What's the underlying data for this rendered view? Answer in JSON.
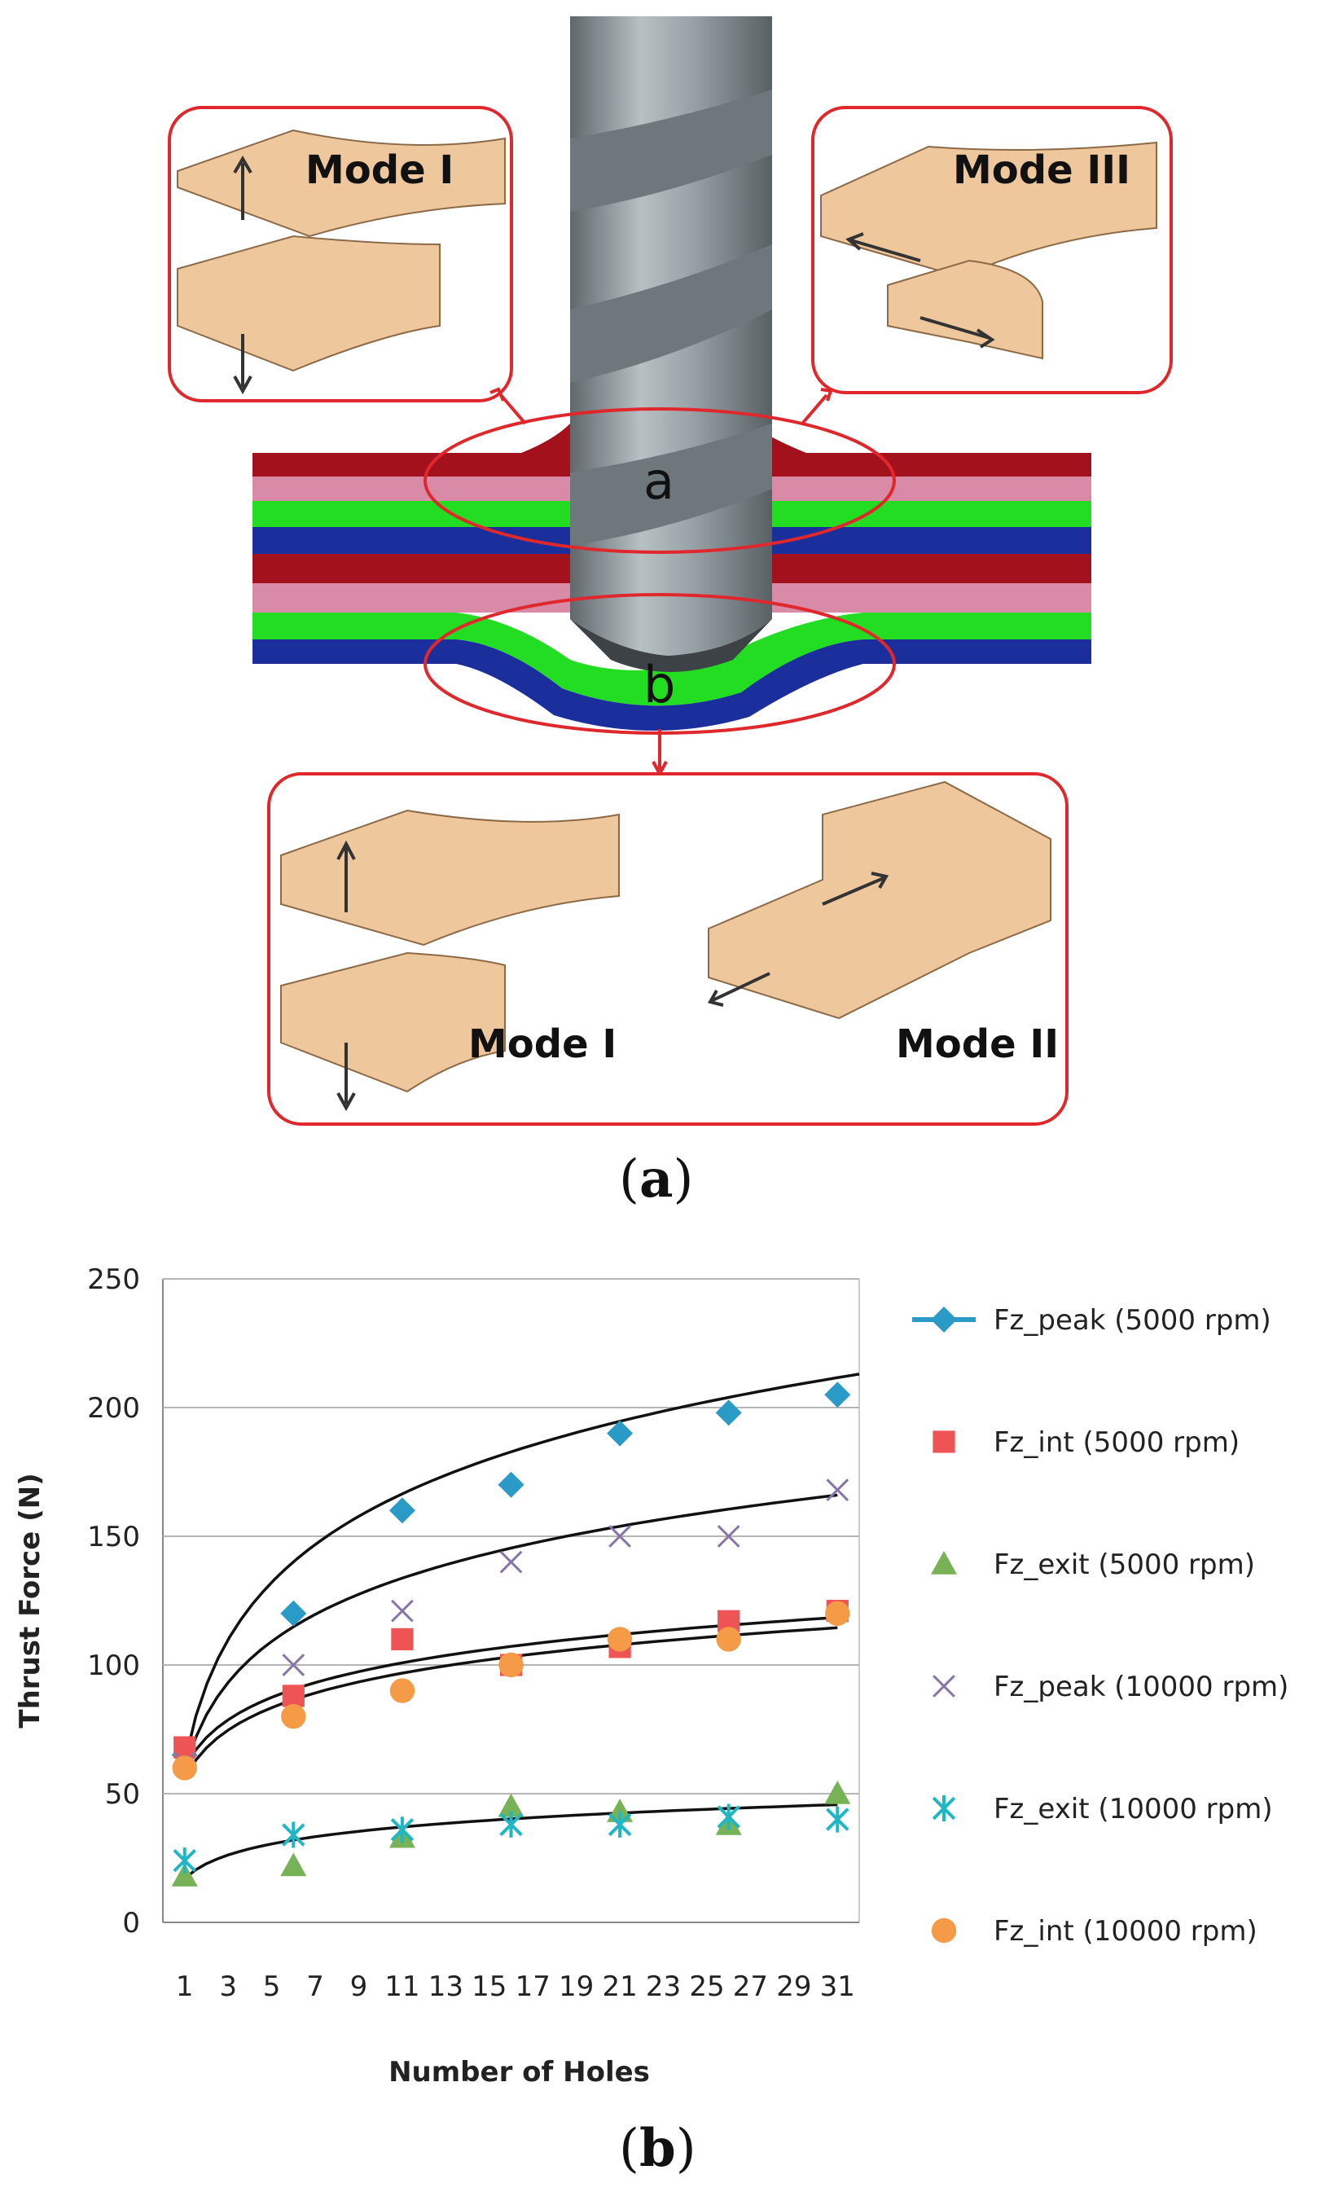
{
  "figure_a": {
    "labels": {
      "mode_top_left": "Mode I",
      "mode_top_right": "Mode III",
      "mode_bottom_left": "Mode I",
      "mode_bottom_right": "Mode II",
      "zone_a": "a",
      "zone_b": "b"
    },
    "colors": {
      "laminate_red": "#a3121c",
      "laminate_pink": "#d88aa6",
      "laminate_green": "#22dd22",
      "laminate_blue": "#1a2f9c",
      "callout_red": "#e0282c",
      "wood": "#eec79c",
      "drill": "#8d979b"
    },
    "caption": {
      "open": "(",
      "letter": "a",
      "close": ")"
    }
  },
  "figure_b": {
    "caption": {
      "open": "(",
      "letter": "b",
      "close": ")"
    }
  },
  "chart_data": {
    "type": "scatter",
    "xlabel": "Number of Holes",
    "ylabel": "Thrust Force (N)",
    "ylim": [
      0,
      250
    ],
    "yticks": [
      0,
      50,
      100,
      150,
      200,
      250
    ],
    "xticks": [
      1,
      3,
      5,
      7,
      9,
      11,
      13,
      15,
      17,
      19,
      21,
      23,
      25,
      27,
      29,
      31
    ],
    "x_range": [
      0,
      32
    ],
    "grid": "horizontal",
    "legend_position": "right",
    "series": [
      {
        "name": "Fz_peak (5000 rpm)",
        "marker": "diamond",
        "color": "#2a9ac6",
        "x": [
          1,
          6,
          11,
          16,
          21,
          26,
          31
        ],
        "values": [
          65,
          120,
          160,
          170,
          190,
          198,
          205
        ]
      },
      {
        "name": "Fz_int (5000 rpm)",
        "marker": "square",
        "color": "#ef5454",
        "x": [
          1,
          6,
          11,
          16,
          21,
          26,
          31
        ],
        "values": [
          68,
          88,
          110,
          100,
          107,
          117,
          121
        ]
      },
      {
        "name": "Fz_exit (5000 rpm)",
        "marker": "triangle",
        "color": "#77b356",
        "x": [
          1,
          6,
          11,
          16,
          21,
          26,
          31
        ],
        "values": [
          18,
          22,
          33,
          45,
          43,
          38,
          50
        ]
      },
      {
        "name": "Fz_peak (10000 rpm)",
        "marker": "x",
        "color": "#8775a9",
        "x": [
          1,
          6,
          11,
          16,
          21,
          26,
          31
        ],
        "values": [
          62,
          100,
          121,
          140,
          150,
          150,
          168
        ]
      },
      {
        "name": "Fz_exit (10000 rpm)",
        "marker": "star",
        "color": "#1fb7c4",
        "x": [
          1,
          6,
          11,
          16,
          21,
          26,
          31
        ],
        "values": [
          24,
          34,
          36,
          38,
          38,
          41,
          40
        ]
      },
      {
        "name": "Fz_int (10000 rpm)",
        "marker": "circle",
        "color": "#f59a47",
        "x": [
          1,
          6,
          11,
          16,
          21,
          26,
          31
        ],
        "values": [
          60,
          80,
          90,
          100,
          110,
          110,
          120
        ]
      }
    ],
    "trendlines": [
      {
        "color": "#111111",
        "x0": 1,
        "x1": 32,
        "y_at_1": 62,
        "y_at_32": 213
      },
      {
        "color": "#111111",
        "x0": 1,
        "x1": 31,
        "y_at_1": 59,
        "y_at_32": 167
      },
      {
        "color": "#111111",
        "x0": 1,
        "x1": 31,
        "y_at_1": 60,
        "y_at_32": 119
      },
      {
        "color": "#111111",
        "x0": 1,
        "x1": 31,
        "y_at_1": 56,
        "y_at_32": 115
      },
      {
        "color": "#111111",
        "x0": 1,
        "x1": 31,
        "y_at_1": 17,
        "y_at_32": 46
      }
    ]
  }
}
